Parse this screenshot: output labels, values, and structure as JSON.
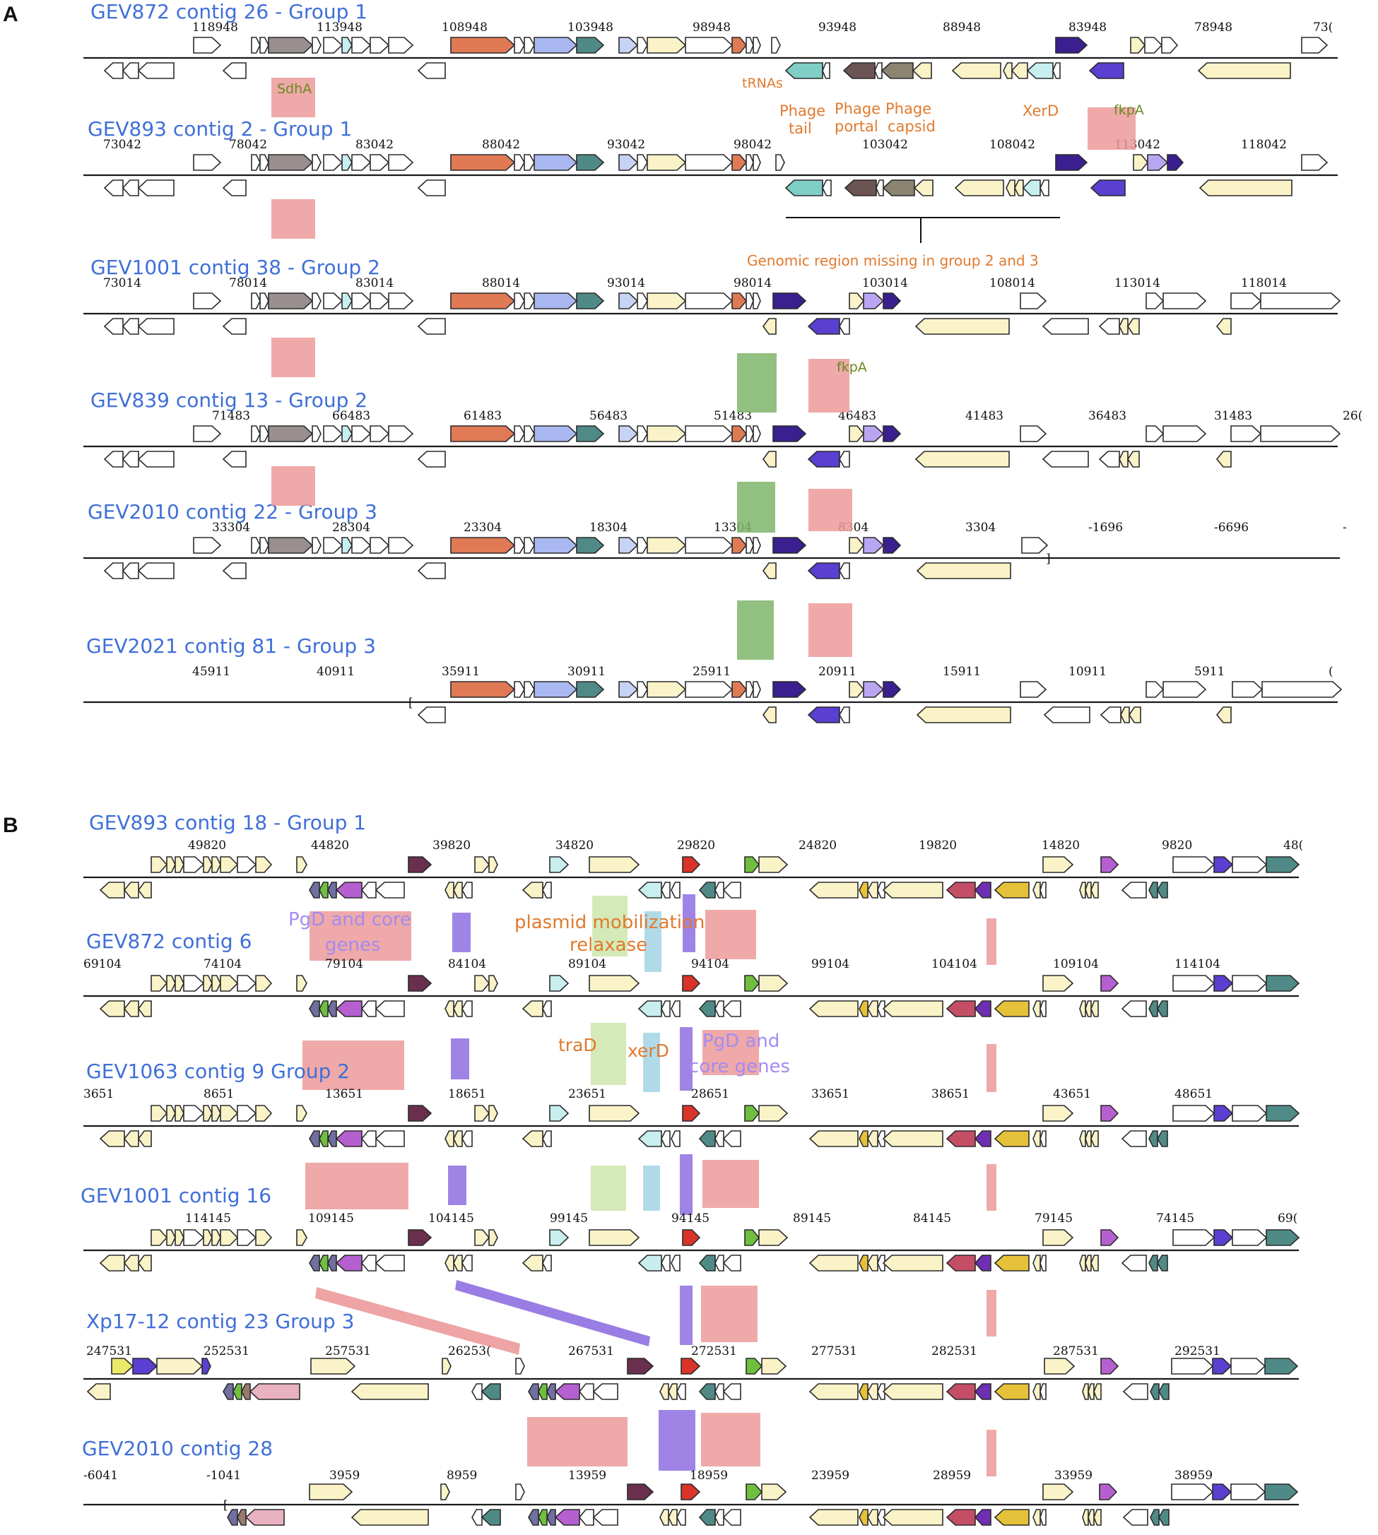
{
  "panels": [
    {
      "letter": "A",
      "tracks": [
        {
          "title": "GEV872 contig 26 - Group 1",
          "coords": [
            "118948",
            "113948",
            "108948",
            "103948",
            "98948",
            "93948",
            "88948",
            "83948",
            "78948",
            "73("
          ]
        },
        {
          "title": "GEV893 contig 2 - Group 1",
          "coords": [
            "73042",
            "78042",
            "83042",
            "88042",
            "93042",
            "98042",
            "103042",
            "108042",
            "113042",
            "118042"
          ]
        },
        {
          "title": "GEV1001 contig 38 - Group 2",
          "coords": [
            "73014",
            "78014",
            "83014",
            "88014",
            "93014",
            "98014",
            "103014",
            "108014",
            "113014",
            "118014"
          ]
        },
        {
          "title": "GEV839 contig 13 - Group 2",
          "coords": [
            "71483",
            "66483",
            "61483",
            "56483",
            "51483",
            "46483",
            "41483",
            "36483",
            "31483",
            "26("
          ]
        },
        {
          "title": "GEV2010 contig 22 - Group 3",
          "coords": [
            "33304",
            "28304",
            "23304",
            "18304",
            "13304",
            "8304",
            "3304",
            "-1696",
            "-6696",
            "-"
          ]
        },
        {
          "title": "GEV2021 contig 81 - Group 3",
          "coords": [
            "45911",
            "40911",
            "35911",
            "30911",
            "25911",
            "20911",
            "15911",
            "10911",
            "5911",
            "("
          ]
        }
      ],
      "annotations": {
        "sdha": "SdhA",
        "trnas": "tRNAs",
        "phage_tail_1": "Phage",
        "phage_tail_2": "tail",
        "phage_portal_1": "Phage",
        "phage_portal_2": "portal",
        "phage_capsid_1": "Phage",
        "phage_capsid_2": "capsid",
        "xerd": "XerD",
        "fkpa_top": "fkpA",
        "fkpa_mid": "fkpA",
        "missing_region": "Genomic region missing in group 2 and 3"
      }
    },
    {
      "letter": "B",
      "tracks": [
        {
          "title": "GEV893 contig 18 - Group 1",
          "coords": [
            "49820",
            "44820",
            "39820",
            "34820",
            "29820",
            "24820",
            "19820",
            "14820",
            "9820",
            "48("
          ]
        },
        {
          "title": "GEV872 contig 6",
          "coords": [
            "69104",
            "74104",
            "79104",
            "84104",
            "89104",
            "94104",
            "99104",
            "104104",
            "109104",
            "114104"
          ]
        },
        {
          "title": "GEV1063 contig 9 Group 2",
          "coords": [
            "3651",
            "8651",
            "13651",
            "18651",
            "23651",
            "28651",
            "33651",
            "38651",
            "43651",
            "48651"
          ]
        },
        {
          "title": "GEV1001 contig 16",
          "coords": [
            "114145",
            "109145",
            "104145",
            "99145",
            "94145",
            "89145",
            "84145",
            "79145",
            "74145",
            "69("
          ]
        },
        {
          "title": "Xp17-12 contig 23 Group 3",
          "coords": [
            "247531",
            "252531",
            "257531",
            "26253(",
            "267531",
            "272531",
            "277531",
            "282531",
            "287531",
            "292531"
          ]
        },
        {
          "title": "GEV2010 contig 28",
          "coords": [
            "-6041",
            "-1041",
            "3959",
            "8959",
            "13959",
            "18959",
            "23959",
            "28959",
            "33959",
            "38959"
          ]
        }
      ],
      "annotations": {
        "pgd_core_1a": "PgD and core",
        "pgd_core_1b": "genes",
        "plasmid_1": "plasmid mobilization",
        "plasmid_2": "relaxase",
        "trad": "traD",
        "xerd": "xerD",
        "pgd_core_2a": "PgD and",
        "pgd_core_2b": "core genes"
      }
    }
  ],
  "colors": {
    "title": "#3f6fd8",
    "orange_label": "#e07a2e",
    "olive_label": "#6b8a1f",
    "lavender_label": "#a38cf0",
    "pink_box": "#ec9a9a",
    "green_box": "#7fb56a",
    "light_green_box": "#cfe8b0",
    "light_blue_box": "#a9d6e5",
    "purple_box": "#8e6fe0"
  }
}
